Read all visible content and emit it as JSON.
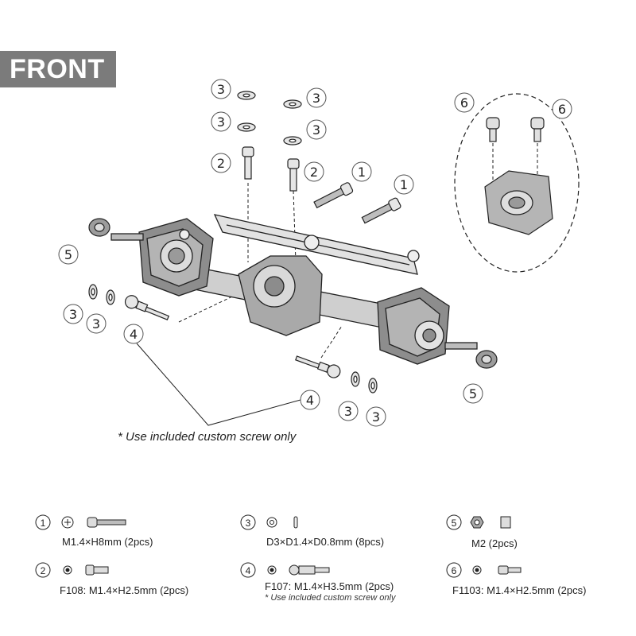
{
  "view_label": "FRONT",
  "note": "* Use included custom screw only",
  "callouts": [
    "3",
    "3",
    "3",
    "3",
    "2",
    "2",
    "1",
    "1",
    "5",
    "5",
    "3",
    "3",
    "4",
    "4",
    "3",
    "3",
    "6",
    "6"
  ],
  "legend": [
    {
      "num": "1",
      "spec": "M1.4×H8mm (2pcs)",
      "sub": ""
    },
    {
      "num": "2",
      "spec": "F108: M1.4×H2.5mm (2pcs)",
      "sub": ""
    },
    {
      "num": "3",
      "spec": "D3×D1.4×D0.8mm (8pcs)",
      "sub": ""
    },
    {
      "num": "4",
      "spec": "F107: M1.4×H3.5mm (2pcs)",
      "sub": "* Use included custom screw only"
    },
    {
      "num": "5",
      "spec": "M2 (2pcs)",
      "sub": ""
    },
    {
      "num": "6",
      "spec": "F1103: M1.4×H2.5mm (2pcs)",
      "sub": ""
    }
  ],
  "icons": {
    "screw": "pan-head-screw-icon",
    "ball": "ball-stud-icon",
    "washer": "washer-icon",
    "nut": "flange-nut-icon"
  }
}
